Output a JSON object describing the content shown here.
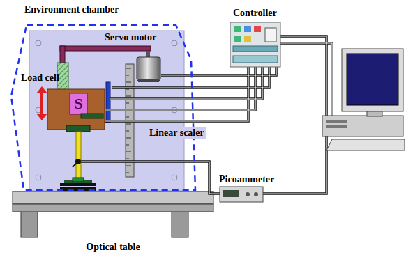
{
  "diagram": {
    "nodes": [
      {
        "text": [
          "Environment chamber"
        ]
      }
    ],
    "labels": [
      "Controller",
      "Servo motor",
      "Load cell",
      "S",
      "Linear scaler",
      "Picoammeter",
      "Optical table"
    ]
  }
}
